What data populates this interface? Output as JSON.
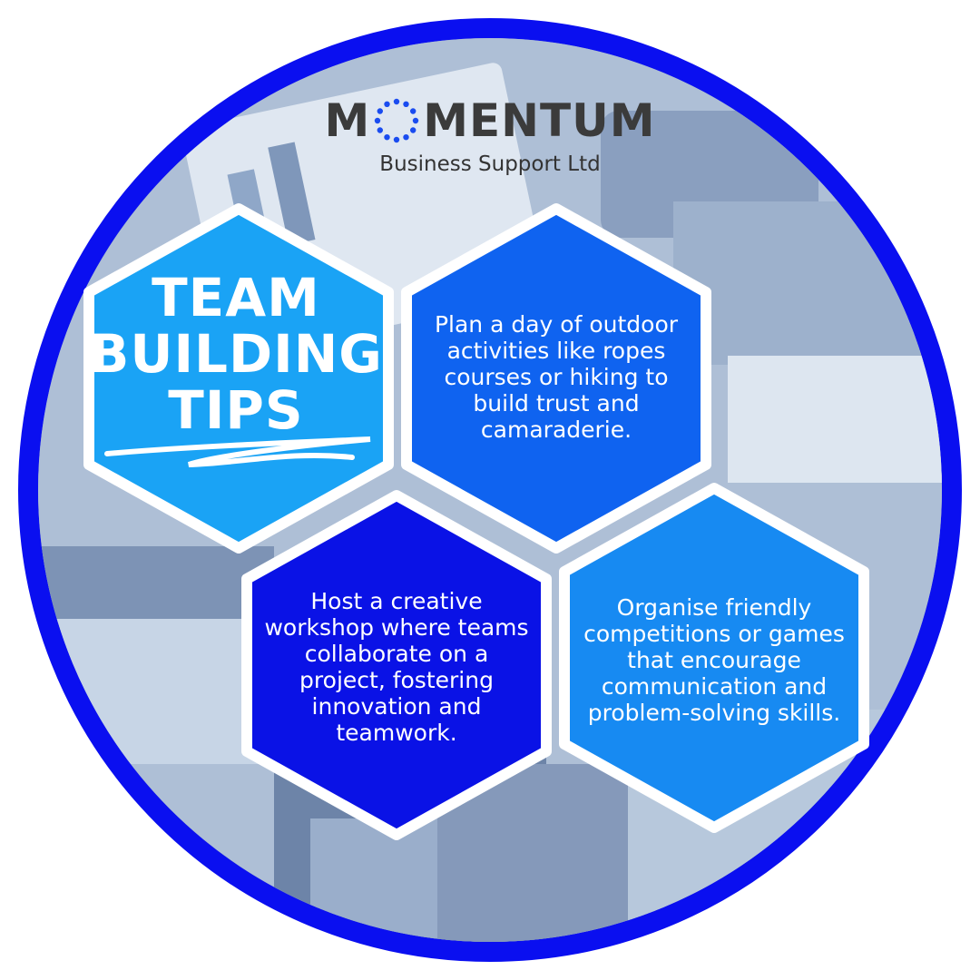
{
  "logo": {
    "brand_start": "M",
    "brand_end": "MENTUM",
    "tagline": "Business Support Ltd"
  },
  "title": {
    "line1": "TEAM",
    "line2": "BUILDING",
    "line3": "TIPS"
  },
  "tips": [
    "Plan a day of outdoor activities like ropes courses or hiking to build trust and camaraderie.",
    "Host a creative workshop where teams collaborate on a project, fostering innovation and teamwork.",
    "Organise friendly competitions or games that encourage communication and problem-solving skills."
  ],
  "colors": {
    "ring": "#0a0ff0",
    "title_hex": "#1aa3f5",
    "tip1_hex": "#0f63f0",
    "tip2_hex": "#0a12e6",
    "tip3_hex": "#178af2",
    "logo_text": "#3b3b3b",
    "logo_dots": "#1a4cf0"
  }
}
